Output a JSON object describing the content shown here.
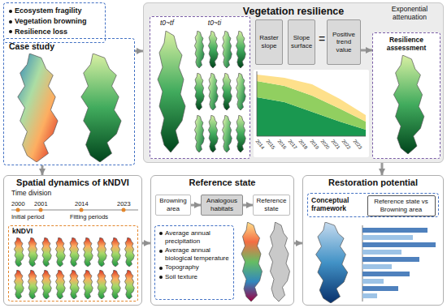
{
  "diagram": {
    "nodes": [
      {
        "text": [
          "Ecosystem fragility",
          "Vegetation browning",
          "Resilience loss"
        ]
      },
      {
        "text": [
          "Case study"
        ]
      },
      {
        "text": [
          "Vegetation resilience"
        ]
      },
      {
        "text": [
          "t0~tf",
          "t0~ti"
        ],
        "in": 2
      },
      {
        "text": [
          "Raster slope"
        ],
        "in": 2
      },
      {
        "text": [
          "Slope surface"
        ],
        "in": 2
      },
      {
        "text": [
          "Positive trend value"
        ],
        "in": 2
      },
      {
        "text": [
          "Resilience assessment"
        ],
        "in": 2
      },
      {
        "text": [
          "Spatial dynamics of kNDVI"
        ]
      },
      {
        "text": [
          "kNDVI"
        ],
        "in": 8
      },
      {
        "text": [
          "Reference state"
        ]
      },
      {
        "text": [
          "Browning area"
        ],
        "in": 10
      },
      {
        "text": [
          "Analogous habitats"
        ],
        "in": 10
      },
      {
        "text": [
          "Reference state"
        ],
        "in": 10
      },
      {
        "text": [
          "Average annual precipitation",
          "Average annual biological temperature",
          "Topography",
          "Soil texture"
        ],
        "in": 10
      },
      {
        "text": [
          "Restoration potential"
        ]
      },
      {
        "text": [
          "Conceptual framework"
        ],
        "in": 15
      },
      {
        "text": [
          "Reference state vs Browning area"
        ],
        "in": 16
      }
    ],
    "edges": [
      {
        "from": 1,
        "to": 8,
        "arrow": "to"
      },
      {
        "from": 1,
        "to": 2,
        "arrow": "to"
      },
      {
        "from": 8,
        "to": 10,
        "arrow": "to"
      },
      {
        "from": 2,
        "to": 15,
        "arrow": "to"
      },
      {
        "from": 10,
        "to": 15,
        "arrow": "to"
      },
      {
        "from": 6,
        "to": 7,
        "arrow": "to"
      },
      {
        "from": 11,
        "to": 12,
        "arrow": "to"
      },
      {
        "from": 12,
        "to": 13,
        "arrow": "to"
      }
    ],
    "labels": [
      "=",
      "Exponential attenuation",
      "Time division",
      "2000",
      "2001",
      "Initial period",
      "2014",
      "Fitting periods",
      "2023",
      "2014",
      "2015",
      "2016",
      "2017",
      "2018",
      "2019",
      "2020",
      "2021",
      "2022",
      "2023"
    ]
  }
}
